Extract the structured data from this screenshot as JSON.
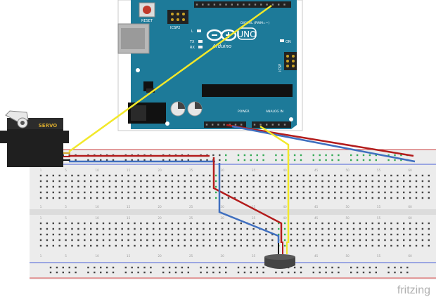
{
  "arduino": {
    "reset_label": "RESET",
    "icsp_label": "ICSP2",
    "icsp_label_2": "ICSP",
    "digital_label": "DIGITAL (PWM=~)",
    "on_label": "ON",
    "l_label": "L",
    "tx_label": "TX",
    "rx_label": "RX",
    "brand_label": "Arduino",
    "model_label": "UNO",
    "power_label": "POWER",
    "analog_label": "ANALOG IN",
    "board_color": "#1d7a99",
    "pin_header_color": "#222222"
  },
  "servo": {
    "label": "SERVO",
    "body_color": "#1f1f1f"
  },
  "breadboard": {
    "body_color": "#ececec",
    "rail_red": "#d84a4a",
    "rail_blue": "#4a5fd8",
    "hole_color": "#444444",
    "green_hole_color": "#33aa55",
    "column_numbers": [
      "1",
      "5",
      "10",
      "15",
      "20",
      "25",
      "30",
      "35",
      "40",
      "45",
      "50",
      "55",
      "60"
    ]
  },
  "wires": {
    "yellow": "#f2e82a",
    "red": "#b31c1c",
    "blue": "#3f6fbf",
    "black": "#111111"
  },
  "microphone": {
    "body_color": "#444444"
  },
  "watermark": {
    "text": "fritzing"
  }
}
